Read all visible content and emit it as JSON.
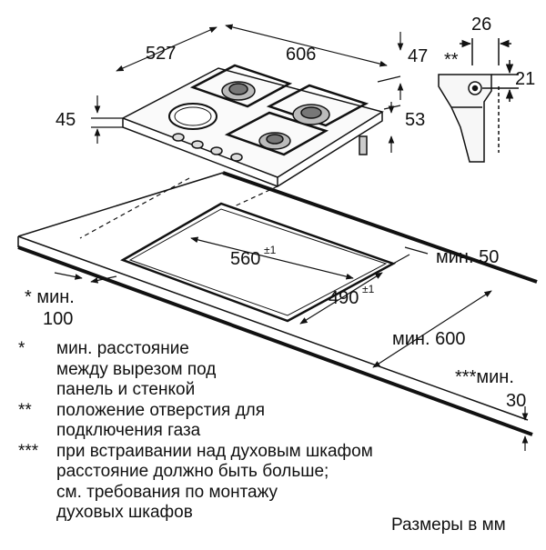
{
  "dims": {
    "width_top": "527",
    "depth_top": "606",
    "right_47": "47",
    "left_45": "45",
    "right_53": "53",
    "detail_26": "26",
    "detail_21": "21",
    "detail_stars": "**",
    "cut_560": "560",
    "cut_560_tol": "±1",
    "cut_490": "490",
    "cut_490_tol": "±1",
    "min_50": "мин. 50",
    "min_100_a": "* мин.",
    "min_100_b": "100",
    "min_600": "мин. 600",
    "min_30_a": "***мин.",
    "min_30_b": "30"
  },
  "notes": [
    {
      "mark": "*",
      "lines": [
        "мин. расстояние",
        "между вырезом под",
        "панель и стенкой"
      ]
    },
    {
      "mark": "**",
      "lines": [
        "положение отверстия для",
        "подключения газа"
      ]
    },
    {
      "mark": "***",
      "lines": [
        "при встраивании над духовым шкафом",
        "расстояние должно быть больше;",
        "см. требования по монтажу",
        "духовых шкафов"
      ]
    }
  ],
  "units": "Размеры в мм"
}
